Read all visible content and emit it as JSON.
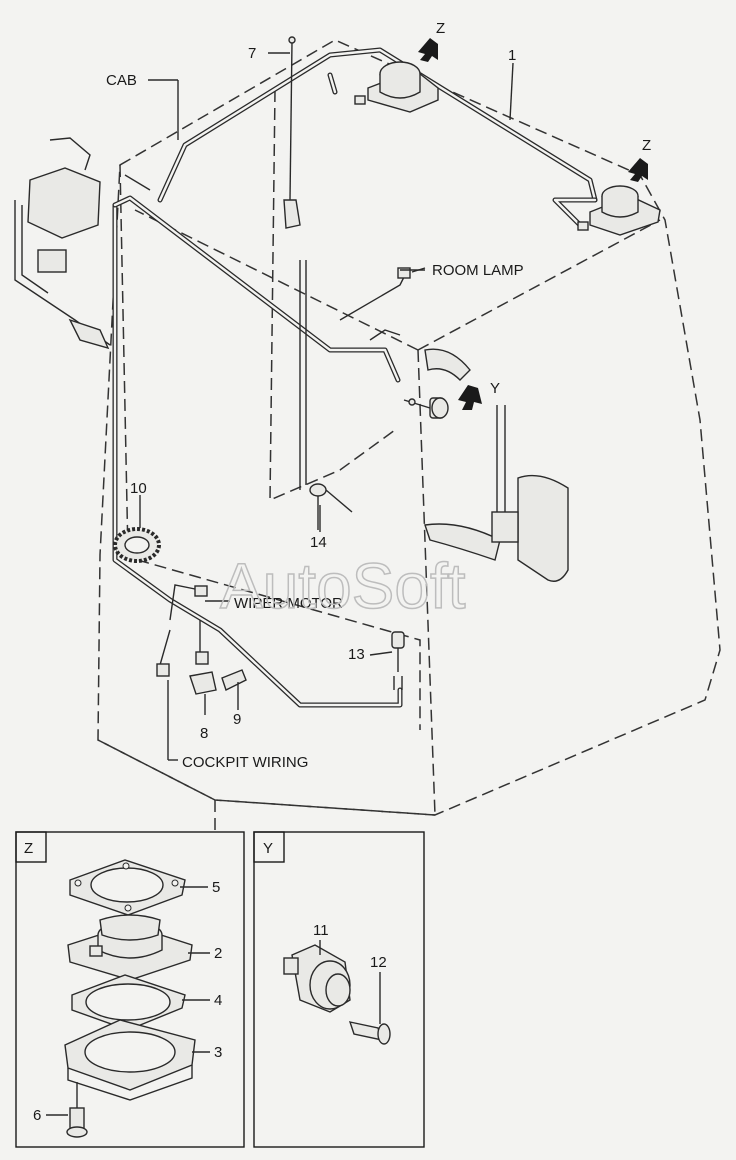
{
  "watermark": "AutoSoft",
  "labels": {
    "cab": "CAB",
    "room_lamp": "ROOM LAMP",
    "wiper_motor": "WIPER MOTOR",
    "cockpit_wiring": "COCKPIT WIRING",
    "view_z": "Z",
    "view_y": "Y"
  },
  "callouts": {
    "n1": "1",
    "n2": "2",
    "n3": "3",
    "n4": "4",
    "n5": "5",
    "n6": "6",
    "n7": "7",
    "n8": "8",
    "n9": "9",
    "n10": "10",
    "n11": "11",
    "n12": "12",
    "n13": "13",
    "n14": "14"
  },
  "detail_panels": {
    "z": {
      "title": "Z"
    },
    "y": {
      "title": "Y"
    }
  }
}
